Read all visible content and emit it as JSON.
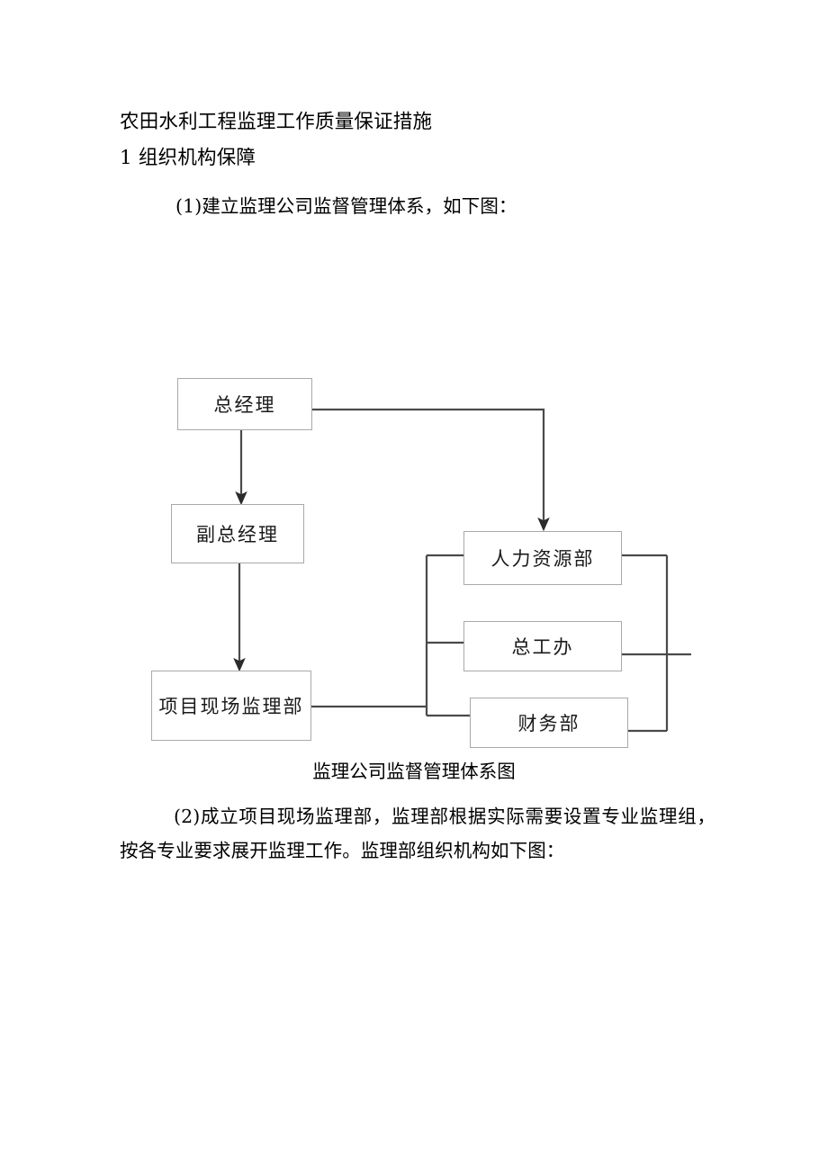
{
  "document": {
    "title": "农田水利工程监理工作质量保证措施",
    "section_heading": "1 组织机构保障",
    "paragraph_1": "(1)建立监理公司监督管理体系，如下图：",
    "figure_caption": "监理公司监督管理体系图",
    "paragraph_2": "(2)成立项目现场监理部，监理部根据实际需要设置专业监理组，按各专业要求展开监理工作。监理部组织机构如下图："
  },
  "org_chart": {
    "nodes": {
      "general_manager": "总经理",
      "deputy_general_manager": "副总经理",
      "project_site_supervision": "项目现场监理部",
      "human_resources": "人力资源部",
      "chief_engineer_office": "总工办",
      "finance_department": "财务部"
    },
    "colors": {
      "box_border": "#a9a9a9",
      "connector_line": "#444444",
      "box_fill": "#ffffff",
      "text": "#1a1a1a"
    }
  }
}
